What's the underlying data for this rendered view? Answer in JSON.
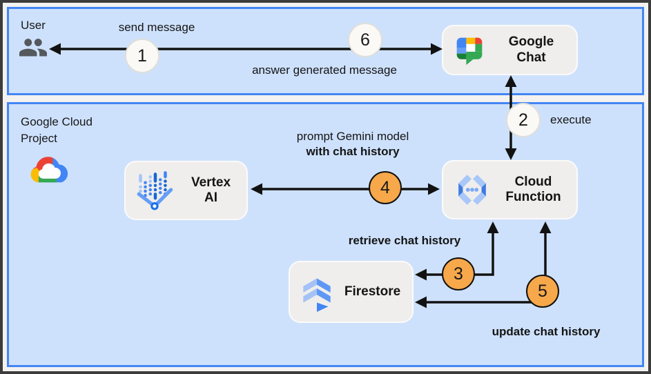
{
  "zones": {
    "user": {
      "label": "User"
    },
    "gcp": {
      "label": "Google Cloud\nProject"
    }
  },
  "nodes": {
    "google_chat": {
      "label": "Google\nChat"
    },
    "vertex_ai": {
      "label": "Vertex\nAI"
    },
    "cloud_function": {
      "label": "Cloud\nFunction"
    },
    "firestore": {
      "label": "Firestore"
    }
  },
  "flow": {
    "steps": [
      {
        "num": "1",
        "label": "send message"
      },
      {
        "num": "2",
        "label": "execute"
      },
      {
        "num": "3",
        "label": "retrieve chat history"
      },
      {
        "num": "4",
        "label": "prompt Gemini model",
        "label_bold": "with chat history"
      },
      {
        "num": "5",
        "label": "update chat history"
      },
      {
        "num": "6",
        "label": "answer generated message"
      }
    ]
  },
  "icons": {
    "user": "users-icon",
    "gcp": "google-cloud-logo",
    "google_chat": "google-chat-icon",
    "vertex_ai": "vertex-ai-icon",
    "cloud_function": "cloud-functions-icon",
    "firestore": "firestore-icon"
  },
  "colors": {
    "zone_fill": "#cee1fc",
    "zone_border": "#4285f4",
    "node_fill": "#efeeec",
    "arrow": "#121212",
    "badge_light_fill": "#fbf9f6",
    "badge_orange_fill": "#f7a84a",
    "google_blue": "#4285f4",
    "google_red": "#ea4335",
    "google_yellow": "#fbbc04",
    "google_green": "#34a853"
  }
}
